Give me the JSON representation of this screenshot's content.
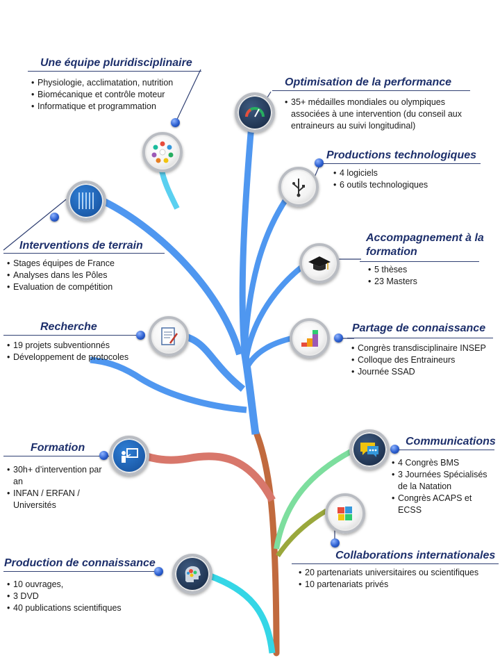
{
  "nodes": {
    "equipe": {
      "title": "Une équipe pluridisciplinaire",
      "items": [
        "Physiologie, acclimatation, nutrition",
        "Biomécanique et contrôle moteur",
        "Informatique et programmation"
      ]
    },
    "optimisation": {
      "title": "Optimisation de la performance",
      "items": [
        "35+ médailles mondiales ou olympiques associées à une intervention (du conseil aux entraineurs au  suivi longitudinal)"
      ]
    },
    "productions": {
      "title": "Productions technologiques",
      "items": [
        "4 logiciels",
        "6 outils technologiques"
      ]
    },
    "accompagnement": {
      "title": "Accompagnement à la formation",
      "items": [
        "5 thèses",
        "23  Masters"
      ]
    },
    "interventions": {
      "title": "Interventions de terrain",
      "items": [
        "Stages équipes de France",
        "Analyses dans les Pôles",
        "Evaluation de compétition"
      ]
    },
    "recherche": {
      "title": "Recherche",
      "items": [
        "19  projets subventionnés",
        "Développement de protocoles"
      ]
    },
    "partage": {
      "title": "Partage de connaissance",
      "items": [
        "Congrès transdisciplinaire INSEP",
        "Colloque des Entraineurs",
        "Journée SSAD"
      ]
    },
    "formation": {
      "title": "Formation",
      "items": [
        "30h+  d’intervention par an",
        "INFAN / ERFAN / Universités"
      ]
    },
    "communications": {
      "title": "Communications",
      "items": [
        "4 Congrès BMS",
        "3 Journées Spécialisés de la Natation",
        "Congrès ACAPS et ECSS"
      ]
    },
    "collaborations": {
      "title": "Collaborations internationales",
      "items": [
        "20  partenariats universitaires ou scientifiques",
        "10  partenariats privés"
      ]
    },
    "production_connaissance": {
      "title": "Production de connaissance",
      "items": [
        "10  ouvrages,",
        "3 DVD",
        "40  publications scientifiques"
      ]
    }
  },
  "colors": {
    "branch_blue": "#4f97f0",
    "branch_cyan": "#35d6e6",
    "branch_salmon": "#d8776b",
    "branch_green": "#7dde9e",
    "branch_olive": "#9aa83c",
    "trunk_brown": "#c16a3e",
    "title": "#1d2f6b"
  },
  "icons": {
    "equipe": "people-circle-icon",
    "optimisation": "gauge-icon",
    "productions": "usb-icon",
    "accompagnement": "graduation-cap-icon",
    "interventions": "pool-lanes-icon",
    "recherche": "document-pen-icon",
    "partage": "puzzle-stairs-icon",
    "formation": "presentation-icon",
    "communications": "speech-bubble-icon",
    "collaborations": "puzzle-globe-icon",
    "production_connaissance": "brain-gears-icon"
  }
}
